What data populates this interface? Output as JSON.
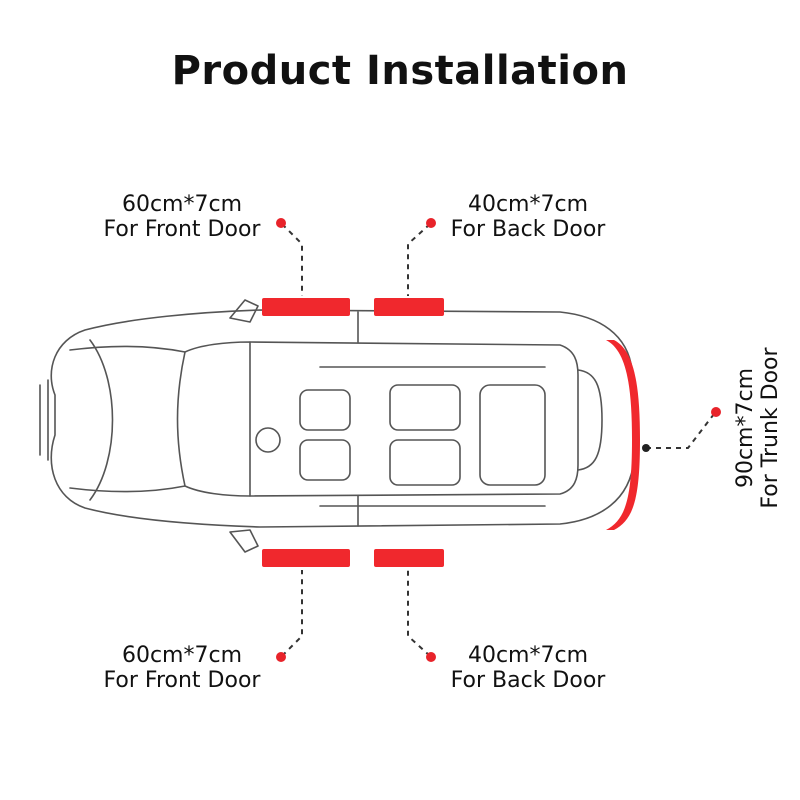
{
  "title": "Product Installation",
  "callouts": {
    "front_top": {
      "size": "60cm*7cm",
      "location": "For Front Door"
    },
    "back_top": {
      "size": "40cm*7cm",
      "location": "For Back Door"
    },
    "front_bottom": {
      "size": "60cm*7cm",
      "location": "For Front Door"
    },
    "back_bottom": {
      "size": "40cm*7cm",
      "location": "For Back Door"
    },
    "trunk": {
      "size": "90cm*7cm",
      "location": "For Trunk Door"
    }
  },
  "colors": {
    "strip": "#f0282d",
    "dot": "#e8232a",
    "outline": "#555555",
    "leader": "#333333"
  }
}
